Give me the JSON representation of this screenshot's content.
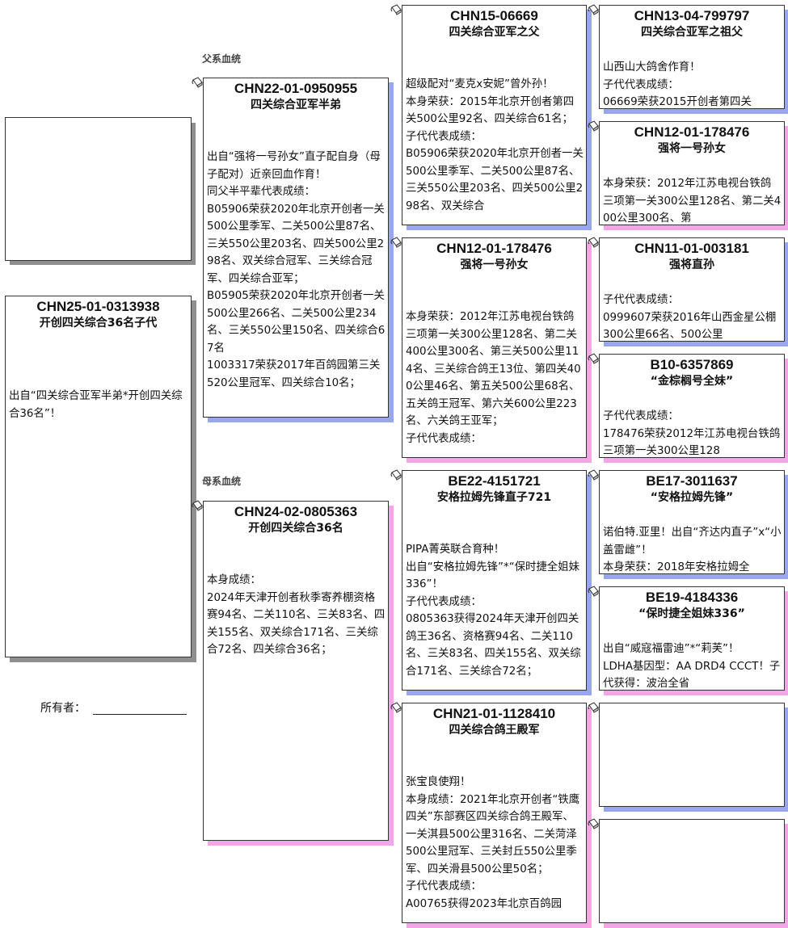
{
  "labels": {
    "sire_line": "父系血统",
    "dam_line": "母系血统",
    "owner": "所有者："
  },
  "colors": {
    "sire_shadow": "#98a6ee",
    "dam_shadow": "#f3a6e6",
    "subject_shadow": "#8f8f8f"
  },
  "subject": {
    "ring": "CHN25-01-0313938",
    "title": "开创四关综合36名子代",
    "body": "出自“四关综合亚军半弟*开创四关综合36名”！"
  },
  "sire": {
    "ring": "CHN22-01-0950955",
    "title": "四关综合亚军半弟",
    "body": "出自“强将一号孙女”直子配自身（母子配对）近亲回血作育！\n同父半平辈代表成绩：\nB05906荣获2020年北京开创者一关500公里季军、二关500公里87名、三关550公里203名、四关500公里298名、双关综合冠军、三关综合冠军、四关综合亚军；\nB05905荣获2020年北京开创者一关500公里266名、二关500公里234名、三关550公里150名、四关综合67名\n1003317荣获2017年百鸽园第三关520公里冠军、四关综合10名；"
  },
  "dam": {
    "ring": "CHN24-02-0805363",
    "title": "开创四关综合36名",
    "body": "本身成绩：\n2024年天津开创者秋季寄养棚资格赛94名、二关110名、三关83名、四关155名、双关综合171名、三关综合72名、四关综合36名；"
  },
  "grandparents": [
    {
      "ring": "CHN15-06669",
      "title": "四关综合亚军之父",
      "body": "超级配对“麦克x安妮”曾外孙！\n本身荣获：2015年北京开创者第四关500公里92名、四关综合61名；\n子代代表成绩：\nB05906荣获2020年北京开创者一关500公里季军、二关500公里87名、三关550公里203名、四关500公里298名、双关综合"
    },
    {
      "ring": "CHN12-01-178476",
      "title": "强将一号孙女",
      "body": "本身荣获：2012年江苏电视台铁鸽三项第一关300公里128名、第二关400公里300名、第三关500公里114名、三关综合鸽王13位、第四关400公里46名、第五关500公里68名、五关鸽王冠军、第六关600公里223名、六关鸽王亚军；\n子代代表成绩："
    },
    {
      "ring": "BE22-4151721",
      "title": "安格拉姆先锋直子721",
      "body": "PIPA菁英联合育种！\n出自“安格拉姆先锋”*“保时捷全姐妹336”！\n子代代表成绩：\n0805363获得2024年天津开创四关鸽王36名、资格赛94名、二关110名、三关83名、四关155名、双关综合171名、三关综合72名；"
    },
    {
      "ring": "CHN21-01-1128410",
      "title": "四关综合鸽王殿军",
      "body": "张宝良使翔！\n本身成绩：2021年北京开创者“铁鹰四关”东部赛区四关综合鸽王殿军、一关淇县500公里316名、二关菏泽500公里冠军、三关封丘550公里季军、四关滑县500公里50名；\n子代代表成绩：\nA00765获得2023年北京百鸽园"
    }
  ],
  "great_grandparents": [
    {
      "ring": "CHN13-04-799797",
      "title": "四关综合亚军之祖父",
      "body": "山西山大鸽舍作育！\n子代代表成绩：\n06669荣获2015开创者第四关"
    },
    {
      "ring": "CHN12-01-178476",
      "title": "强将一号孙女",
      "body": "本身荣获：2012年江苏电视台铁鸽三项第一关300公里128名、第二关400公里300名、第"
    },
    {
      "ring": "CHN11-01-003181",
      "title": "强将直孙",
      "body": "子代代表成绩：\n0999607荣获2016年山西金星公棚300公里66名、500公里"
    },
    {
      "ring": "B10-6357869",
      "title": "“金棕榈号全妹”",
      "body": "子代代表成绩：\n178476荣获2012年江苏电视台铁鸽三项第一关300公里128"
    },
    {
      "ring": "BE17-3011637",
      "title": "“安格拉姆先锋”",
      "body": "诺伯特.亚里！出自“齐达内直子”x“小盖雷雌”！\n本身荣获：2018年安格拉姆全"
    },
    {
      "ring": "BE19-4184336",
      "title": "“保时捷全姐妹336”",
      "body": "出自“威寇福雷迪”*“莉芙”！\nLDHA基因型：AA DRD4 CCCT！子代获得：波治全省"
    },
    {
      "ring": "",
      "title": "",
      "body": ""
    },
    {
      "ring": "",
      "title": "",
      "body": ""
    }
  ]
}
